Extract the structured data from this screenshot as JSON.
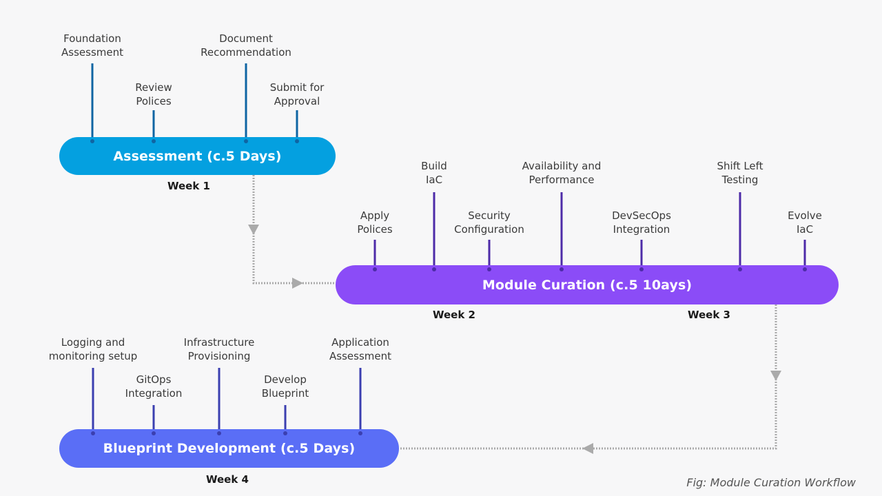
{
  "title": "Module Curation Workflow",
  "caption": "Fig: Module Curation Workflow",
  "colors": {
    "assessment": "#04a0e0",
    "assessment_stem": "#0f65a3",
    "curation": "#8b4cf7",
    "curation_stem": "#4d2ba8",
    "blueprint": "#5a6ef6",
    "blueprint_stem": "#3b3fb0",
    "connector": "#aaaaaa"
  },
  "phases": [
    {
      "id": "assessment",
      "label": "Assessment (c.5 Days)",
      "weeks": [
        "Week 1"
      ],
      "milestones": [
        {
          "label": "Foundation\nAssessment",
          "tier": "high"
        },
        {
          "label": "Review\nPolices",
          "tier": "low"
        },
        {
          "label": "Document\nRecommendation",
          "tier": "high"
        },
        {
          "label": "Submit for\nApproval",
          "tier": "low"
        }
      ]
    },
    {
      "id": "curation",
      "label": "Module Curation (c.5 10ays)",
      "weeks": [
        "Week 2",
        "Week 3"
      ],
      "milestones": [
        {
          "label": "Apply\nPolices",
          "tier": "low"
        },
        {
          "label": "Build\nIaC",
          "tier": "high"
        },
        {
          "label": "Security\nConfiguration",
          "tier": "low"
        },
        {
          "label": "Availability and\nPerformance",
          "tier": "high"
        },
        {
          "label": "DevSecOps\nIntegration",
          "tier": "low"
        },
        {
          "label": "Shift Left\nTesting",
          "tier": "high"
        },
        {
          "label": "Evolve\nIaC",
          "tier": "low"
        }
      ]
    },
    {
      "id": "blueprint",
      "label": "Blueprint Development (c.5 Days)",
      "weeks": [
        "Week 4"
      ],
      "milestones": [
        {
          "label": "Logging and\nmonitoring setup",
          "tier": "high"
        },
        {
          "label": "GitOps\nIntegration",
          "tier": "low"
        },
        {
          "label": "Infrastructure\nProvisioning",
          "tier": "high"
        },
        {
          "label": "Develop\nBlueprint",
          "tier": "low"
        },
        {
          "label": "Application\nAssessment",
          "tier": "high"
        }
      ]
    }
  ]
}
